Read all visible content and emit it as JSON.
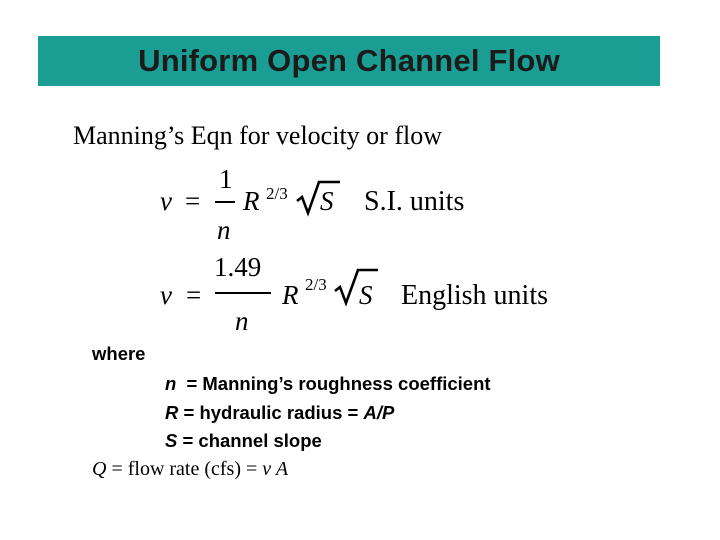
{
  "title": "Uniform Open Channel Flow",
  "subtitle": "Manning’s Eqn for velocity or flow",
  "eq_si": {
    "lhs": "v",
    "equals": "=",
    "numerator": "1",
    "denominator": "n",
    "radius_symbol": "R",
    "exponent": "2/3",
    "slope_symbol": "S",
    "units": "S.I. units"
  },
  "eq_en": {
    "lhs": "v",
    "equals": "=",
    "numerator": "1.49",
    "denominator": "n",
    "radius_symbol": "R",
    "exponent": "2/3",
    "slope_symbol": "S",
    "units": "English units"
  },
  "where": {
    "heading": "where",
    "n_symbol": "n",
    "n_def": " = Manning’s roughness coefficient",
    "r_symbol": "R",
    "r_def": " = hydraulic radius = ",
    "r_formula": "A/P",
    "s_symbol": "S",
    "s_def": " = channel slope"
  },
  "flow": {
    "q_symbol": "Q",
    "text": " = flow rate (cfs) = ",
    "formula": "v A"
  }
}
